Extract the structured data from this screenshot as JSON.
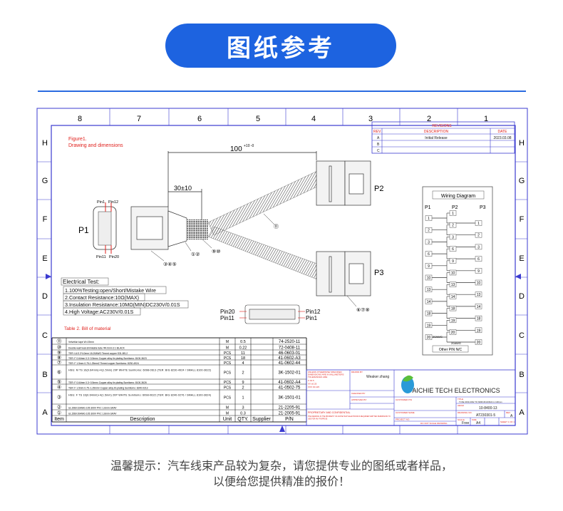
{
  "banner": {
    "title": "图纸参考"
  },
  "grid": {
    "columns": [
      "8",
      "7",
      "6",
      "5",
      "4",
      "3",
      "2",
      "1"
    ],
    "rows": [
      "H",
      "G",
      "F",
      "E",
      "D",
      "C",
      "B",
      "A"
    ]
  },
  "figure": {
    "caption_line1": "Figure1.",
    "caption_line2": "Drawing and dimensions",
    "dim_total": "100",
    "dim_total_tol": "+10 -0",
    "dim_breakout": "30±10",
    "p1": "P1",
    "p2": "P2",
    "p3": "P3",
    "p1_pins": {
      "tl": "Pin1",
      "tr": "Pin12",
      "bl": "Pin11",
      "br": "Pin20"
    },
    "p3_pins": {
      "tl": "Pin20",
      "bl": "Pin11",
      "tr": "Pin12",
      "br": "Pin1"
    },
    "callouts": {
      "wire": "①②",
      "housing_p1": "③④⑤",
      "tape": "⑨⑩",
      "sleeve": "⑪",
      "housing_p3": "⑥⑦⑧"
    }
  },
  "revisions": {
    "title": "REVISIONS",
    "headers": [
      "REV.",
      "DESCRIPTION",
      "DATE"
    ],
    "rows": [
      {
        "rev": "A",
        "desc": "Initial Release",
        "date": "2023.03.08"
      },
      {
        "rev": "B",
        "desc": "",
        "date": ""
      },
      {
        "rev": "C",
        "desc": "",
        "date": ""
      }
    ]
  },
  "electrical_test": {
    "title": "Electrical Test:",
    "items": [
      "1.100%Testing:open/Short/Mistake Wire",
      "2.Contact Resistance:10Ω(MAX)",
      "3.Insulation Resistance:10MΩ(MIN)DC230V/0.01S",
      "4.High Voltage:AC230V/0.01S"
    ]
  },
  "bom": {
    "caption": "Table 2. Bill of material",
    "headers": [
      "Item",
      "Description",
      "Unit",
      "QTY.",
      "Supplier",
      "P/N"
    ],
    "rows": [
      {
        "item": "⑪",
        "desc": "Velvetlon tape W=19mm",
        "unit": "M",
        "qty": "0.5",
        "supplier": "",
        "pn": "74-2520-11"
      },
      {
        "item": "⑩",
        "desc": "Double-wall heat-shrinkable tube Φ4.0mm 3:1 BLACK",
        "unit": "M",
        "qty": "0.22",
        "supplier": "",
        "pn": "72-0408-11"
      },
      {
        "item": "⑨",
        "desc": "TER: ULS 2*4.0mm 18-20AWG Tinned copper S31-BS-2",
        "unit": "PCS",
        "qty": "11",
        "supplier": "",
        "pn": "46-0603-01"
      },
      {
        "item": "⑧",
        "desc": "TER: F 0.64mm 0.3~0.5mm² Copper alloy tin plating Sumitomo: 8100-3623",
        "unit": "PCS",
        "qty": "18",
        "supplier": "",
        "pn": "41-0602-A3"
      },
      {
        "item": "⑦",
        "desc": "TER: F 1.5mm 0.75-1.25mm2 Tinned copper Sumitomo: 8230-4924",
        "unit": "PCS",
        "qty": "4",
        "supplier": "",
        "pn": "41-0602-44"
      },
      {
        "item": "⑥",
        "desc": "HSG: M TS 16(0.64mm)+4(1.5mm) 20P WHITE Sumitomo: 6098-0613 (TER: BIG 8230-4924 / SMALL 8100-3622)",
        "unit": "PCS",
        "qty": "2",
        "supplier": "",
        "pn": "3K-1502-01"
      },
      {
        "item": "⑤",
        "desc": "TER: F 0.64mm 0.3~0.5mm² Copper alloy tin plating Sumitomo: 8100-3626",
        "unit": "PCS",
        "qty": "9",
        "supplier": "",
        "pn": "41-0602-A4"
      },
      {
        "item": "④",
        "desc": "TER: F 1.5mm 0.75~1.25mm² Copper alloy tin plating Sumitomo: 8240-0213",
        "unit": "PCS",
        "qty": "2",
        "supplier": "",
        "pn": "41-0502-75"
      },
      {
        "item": "③",
        "desc": "HSG: F TS 16(0.64mm)+4(1.5mm) 20P WHITE Sumitomo: 6098-0622 (TER: BIG 8240-0276 / SMALL 8100-3624)",
        "unit": "PCS",
        "qty": "1",
        "supplier": "",
        "pn": "3K-1501-01"
      },
      {
        "item": "②",
        "desc": "UL1569 22AWG 105 300V PVC 1.6mm GRAY",
        "unit": "M",
        "qty": "3",
        "supplier": "",
        "pn": "21-2205-91"
      },
      {
        "item": "①",
        "desc": "UL1569 20AWG 105 300V PVC 1.8mm GRAY",
        "unit": "M",
        "qty": "0.3",
        "supplier": "",
        "pn": "21-2005-91"
      }
    ]
  },
  "wiring": {
    "title": "Wiring Diagram",
    "cols": [
      "P1",
      "P2",
      "P3"
    ],
    "pins": [
      "1",
      "2",
      "3",
      "6",
      "9",
      "10",
      "13",
      "14",
      "18",
      "19",
      "20"
    ],
    "awg_label": "20AWG",
    "note": "Other PIN N/C"
  },
  "title_block": {
    "company": "AICHIE TECH ELECTRONICS",
    "tolerance_note": "UNLESS OTHERWISE SPECIFIED DIMENSIONS ARE IN MILLIMETERS TOLERANCES ARE:",
    "tol_lines": [
      "X ±0.5",
      "XX ±0.25",
      "XXX ±0.125"
    ],
    "drawn_label": "DRAWN BY",
    "drawn_value": "Weaker zhang",
    "checked_label": "CHECKED BY",
    "approved_label": "APPROVED BY",
    "proprietary_title": "PROPRIETARY AND CONFIDENTIAL",
    "proprietary_text": "THE DRAWING IS THE PROPERTY OF AICHIE TECH ELECTRONICS REQUIRED WRITTEN PERMISSION TO USE FOR ANY PURPOSE",
    "customer_pn_label": "CUSTOMER P/N",
    "customer_name_label": "CUSTOMER NAME",
    "project_label": "PROJECT NO.",
    "title_label": "TITLE",
    "title_value": "TCSE 3030-3032 TO 6098-0613/0622 L=100mm",
    "aechi_label": "AECHI",
    "aechi_value": "10-8400-13",
    "drawing_no_label": "DRAWING NO.",
    "drawing_no_value": "AT230301-5",
    "rev_label": "REV",
    "rev_value": "A",
    "scale_label": "SCALE",
    "scale_value": "Free",
    "size_label": "SIZE",
    "size_value": "A4",
    "sheet_label": "SHEET 1 OF 1",
    "no_scale": "DO NOT SCALE DRAWING"
  },
  "footer": {
    "line1": "温馨提示：汽车线束产品较为复杂，请您提供专业的图纸或者样品，",
    "line2": "以便给您提供精准的报价！"
  },
  "colors": {
    "accent": "#1d63e0",
    "frame": "#3b3bd0",
    "red": "#e0201c"
  }
}
